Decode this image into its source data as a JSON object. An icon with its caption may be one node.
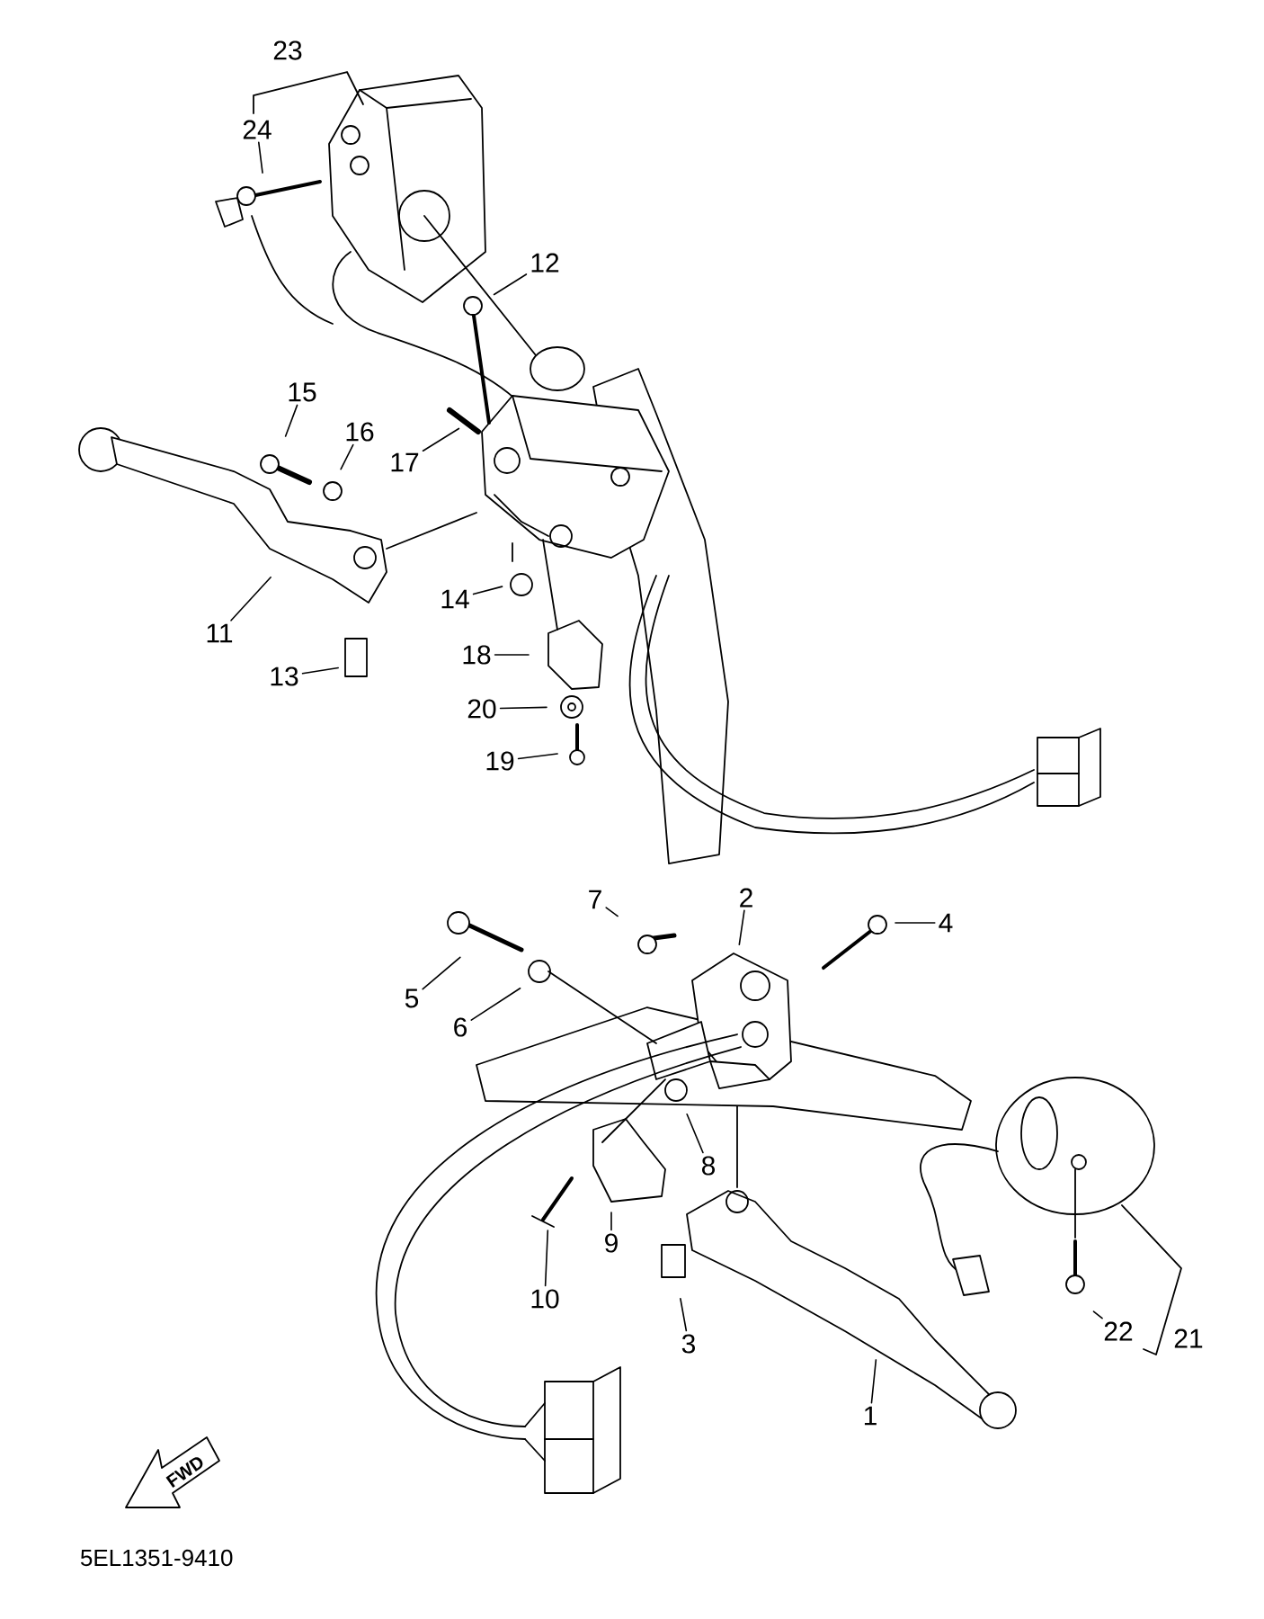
{
  "diagram": {
    "nodes": [
      {
        "text": [
          "23"
        ]
      },
      {
        "text": [
          "24"
        ]
      },
      {
        "text": [
          "12"
        ]
      },
      {
        "text": [
          "15"
        ]
      },
      {
        "text": [
          "16"
        ]
      },
      {
        "text": [
          "17"
        ]
      },
      {
        "text": [
          "11"
        ]
      },
      {
        "text": [
          "14"
        ]
      },
      {
        "text": [
          "13"
        ]
      },
      {
        "text": [
          "18"
        ]
      },
      {
        "text": [
          "20"
        ]
      },
      {
        "text": [
          "19"
        ]
      },
      {
        "text": [
          "7"
        ]
      },
      {
        "text": [
          "2"
        ]
      },
      {
        "text": [
          "4"
        ]
      },
      {
        "text": [
          "5"
        ]
      },
      {
        "text": [
          "6"
        ]
      },
      {
        "text": [
          "8"
        ]
      },
      {
        "text": [
          "9"
        ]
      },
      {
        "text": [
          "10"
        ]
      },
      {
        "text": [
          "3"
        ]
      },
      {
        "text": [
          "1"
        ]
      },
      {
        "text": [
          "22"
        ]
      },
      {
        "text": [
          "21"
        ]
      },
      {
        "text": [
          "FWD"
        ]
      }
    ],
    "edges": [
      {
        "from": 1,
        "to": null,
        "arrow": "none"
      },
      {
        "from": 2,
        "to": null,
        "arrow": "none"
      },
      {
        "from": 3,
        "to": null,
        "arrow": "none"
      },
      {
        "from": 4,
        "to": null,
        "arrow": "none"
      },
      {
        "from": 5,
        "to": null,
        "arrow": "none"
      },
      {
        "from": 6,
        "to": null,
        "arrow": "none"
      },
      {
        "from": 7,
        "to": null,
        "arrow": "none"
      },
      {
        "from": 8,
        "to": null,
        "arrow": "none"
      },
      {
        "from": 9,
        "to": null,
        "arrow": "none"
      },
      {
        "from": 10,
        "to": null,
        "arrow": "none"
      },
      {
        "from": 11,
        "to": null,
        "arrow": "none"
      },
      {
        "from": 12,
        "to": null,
        "arrow": "none"
      },
      {
        "from": 13,
        "to": null,
        "arrow": "none"
      },
      {
        "from": 14,
        "to": null,
        "arrow": "none"
      },
      {
        "from": 15,
        "to": null,
        "arrow": "none"
      },
      {
        "from": 16,
        "to": null,
        "arrow": "none"
      },
      {
        "from": 17,
        "to": null,
        "arrow": "none"
      },
      {
        "from": 18,
        "to": null,
        "arrow": "none"
      },
      {
        "from": 19,
        "to": null,
        "arrow": "none"
      },
      {
        "from": 20,
        "to": null,
        "arrow": "none"
      },
      {
        "from": 21,
        "to": null,
        "arrow": "none"
      },
      {
        "from": 22,
        "to": null,
        "arrow": "none"
      }
    ],
    "labels": [
      "5EL1351-9410"
    ]
  }
}
